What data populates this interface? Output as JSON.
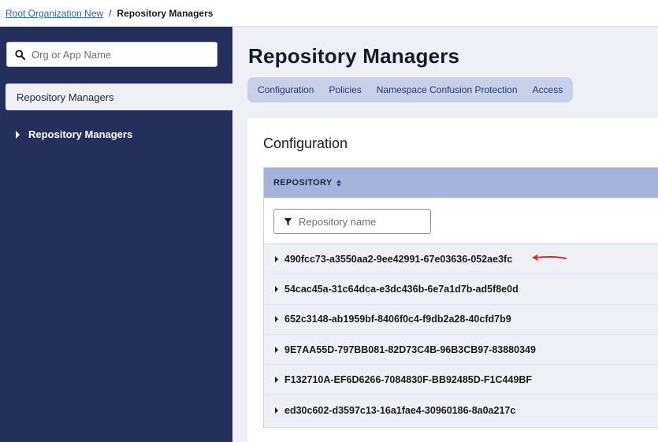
{
  "breadcrumb": {
    "root_link": "Root Organization New",
    "separator": "/",
    "current": "Repository Managers"
  },
  "sidebar": {
    "search_placeholder": "Org or App Name",
    "selected_item": "Repository Managers",
    "tree_item": "Repository Managers"
  },
  "main": {
    "title": "Repository Managers",
    "tabs": [
      {
        "label": "Configuration"
      },
      {
        "label": "Policies"
      },
      {
        "label": "Namespace Confusion Protection"
      },
      {
        "label": "Access"
      }
    ],
    "card_title": "Configuration",
    "table": {
      "column_header": "REPOSITORY",
      "filter_placeholder": "Repository name",
      "rows": [
        {
          "name": "490fcc73-a3550aa2-9ee42991-67e03636-052ae3fc"
        },
        {
          "name": "54cac45a-31c64dca-e3dc436b-6e7a1d7b-ad5f8e0d"
        },
        {
          "name": "652c3148-ab1959bf-8406f0c4-f9db2a28-40cfd7b9"
        },
        {
          "name": "9E7AA55D-797BB081-82D73C4B-96B3CB97-83880349"
        },
        {
          "name": "F132710A-EF6D6266-7084830F-BB92485D-F1C449BF"
        },
        {
          "name": "ed30c602-d3597c13-16a1fae4-30960186-8a0a217c"
        }
      ]
    }
  },
  "colors": {
    "sidebar_bg": "#242f5c",
    "main_bg": "#eef0f6",
    "table_header_bg": "#a6b2dc",
    "tabs_bg": "#c8cfe8",
    "annotation_arrow": "#e8261c"
  }
}
